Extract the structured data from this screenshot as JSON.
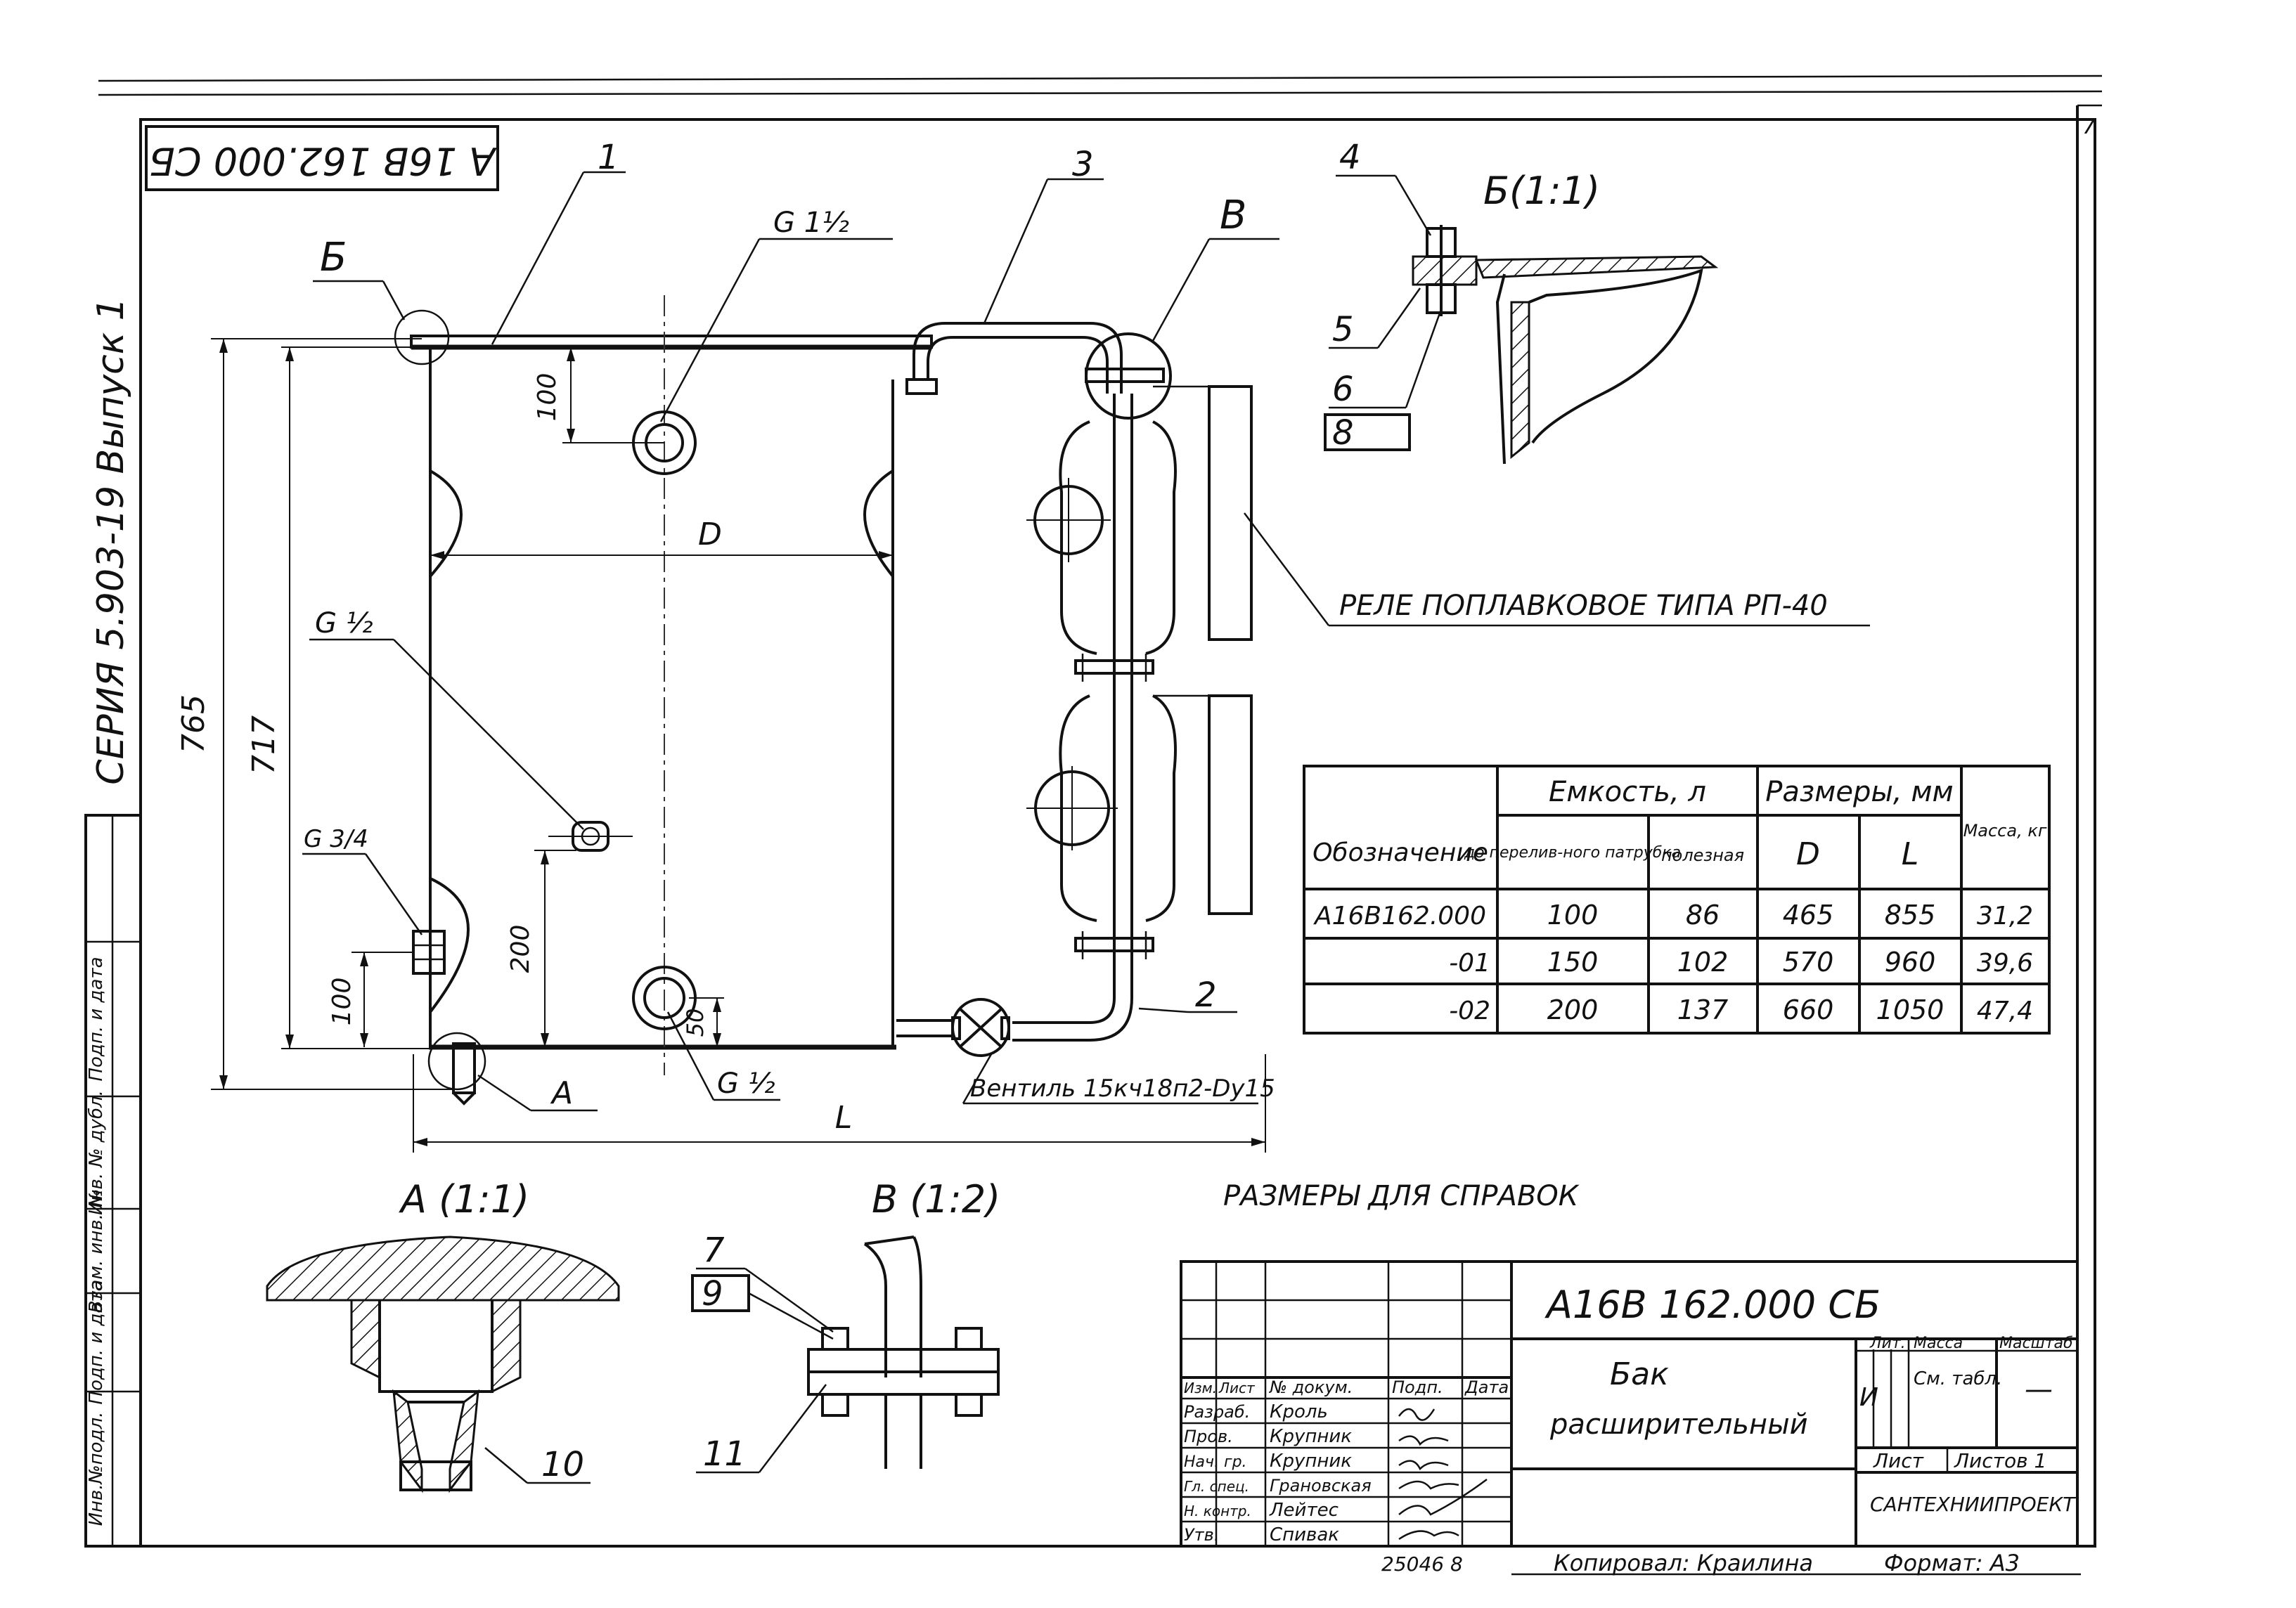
{
  "stamp": {
    "code": "А 16В 162.000 СБ"
  },
  "margin": {
    "series": "СЕРИЯ  5.903-19  Выпуск 1",
    "left_column": [
      "Инв.№подл.",
      "Подп. и дата",
      "Взам. инв. №",
      "Инв. № дубл.",
      "Подп. и дата"
    ]
  },
  "callouts": {
    "n1": "1",
    "n2": "2",
    "n3": "3",
    "n4": "4",
    "n5": "5",
    "n6": "6",
    "n7": "7",
    "n8": "8",
    "n9": "9",
    "n10": "10",
    "n11": "11"
  },
  "view_letters": {
    "b": "Б",
    "v": "В",
    "a": "А"
  },
  "view_titles": {
    "b": "Б(1:1)",
    "a": "А (1:1)",
    "v": "В (1:2)"
  },
  "dimensions": {
    "h765": "765",
    "h717": "717",
    "d": "D",
    "l": "L",
    "d100_top": "100",
    "d200": "200",
    "d100_bot": "100",
    "d50": "50"
  },
  "threads": {
    "g1_5_top": "G 1½",
    "g1_2": "G ½",
    "g3_4": "G 3/4",
    "g1_2_bot": "G ½"
  },
  "labels": {
    "relay": "РЕЛЕ ПОПЛАВКОВОЕ ТИПА  РП-40",
    "valve": "Вентиль 15кч18п2-Dy15",
    "reference": "РАЗМЕРЫ ДЛЯ СПРАВОК"
  },
  "spec_table": {
    "h_designation": "Обозначение",
    "h_capacity": "Емкость, л",
    "h_to_overflow": "до перелив-ного патрубка",
    "h_useful": "полезная",
    "h_dims": "Размеры, мм",
    "h_d": "D",
    "h_l": "L",
    "h_mass": "Масса, кг",
    "rows": [
      {
        "name": "А16В162.000",
        "cap1": "100",
        "cap2": "86",
        "d": "465",
        "l": "855",
        "mass": "31,2"
      },
      {
        "name": "-01",
        "cap1": "150",
        "cap2": "102",
        "d": "570",
        "l": "960",
        "mass": "39,6"
      },
      {
        "name": "-02",
        "cap1": "200",
        "cap2": "137",
        "d": "660",
        "l": "1050",
        "mass": "47,4"
      }
    ]
  },
  "title_block": {
    "doc_code": "А16В 162.000  СБ",
    "name_line1": "Бак",
    "name_line2": "расширительный",
    "h_change": "Изм.",
    "h_sheet": "Лист",
    "h_doc": "№ докум.",
    "h_sign": "Подп.",
    "h_date": "Дата",
    "roles": [
      {
        "role": "Разраб.",
        "person": "Кроль"
      },
      {
        "role": "Пров.",
        "person": "Крупник"
      },
      {
        "role": "Нач. гр.",
        "person": "Крупник"
      },
      {
        "role": "Гл. спец.",
        "person": "Грановская"
      },
      {
        "role": "Н. контр.",
        "person": "Лейтес"
      },
      {
        "role": "Утв.",
        "person": "Спивак"
      }
    ],
    "lit": "Лит.",
    "lit_value": "И",
    "mass": "Масса",
    "mass_value": "См. табл.",
    "scale": "Масштаб",
    "scale_value": "—",
    "sheet": "Лист",
    "sheets": "Листов 1",
    "org": "САНТЕХНИИПРОЕКТ"
  },
  "footer": {
    "number": "25046  8",
    "copied": "Копировал: Краилина",
    "format": "Формат: А3"
  },
  "corner": "7"
}
